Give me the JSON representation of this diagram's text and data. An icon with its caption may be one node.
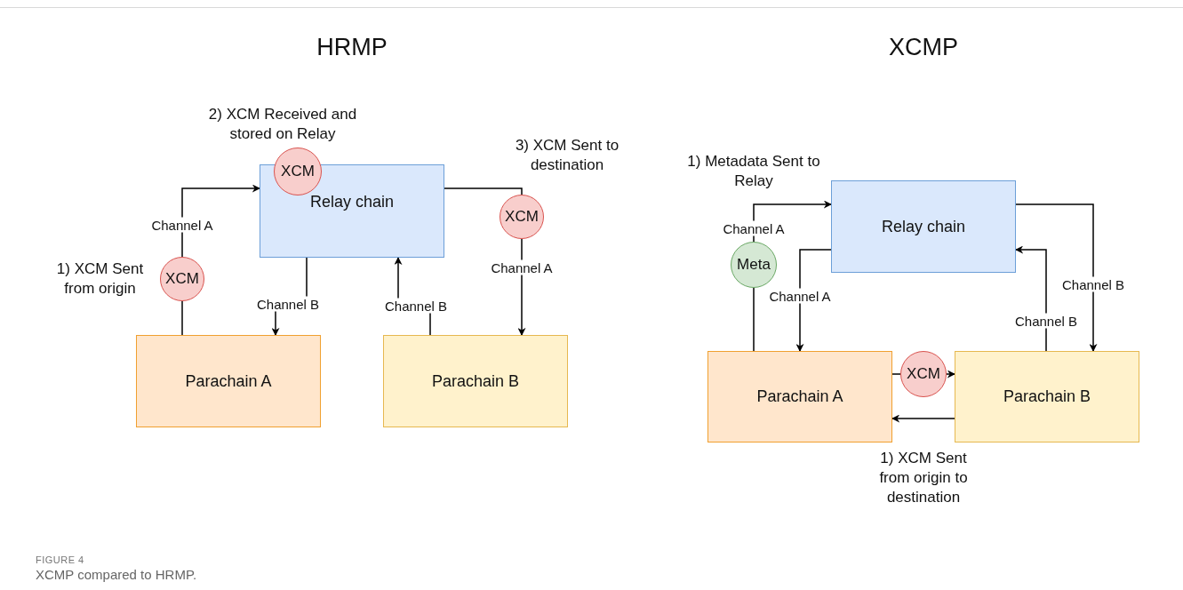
{
  "diagram": {
    "caption": "XCMP compared to HRMP.",
    "nodes": [
      {
        "text": [
          "Relay chain"
        ]
      },
      {
        "text": [
          "Parachain A"
        ]
      },
      {
        "text": [
          "Parachain B"
        ]
      },
      {
        "text": [
          "XCM"
        ],
        "beside": [
          "2) XCM Received and stored on Relay"
        ]
      },
      {
        "text": [
          "XCM"
        ],
        "beside": [
          "1) XCM Sent from origin"
        ]
      },
      {
        "text": [
          "XCM"
        ],
        "beside": [
          "3) XCM Sent to destination"
        ]
      },
      {
        "text": [
          "Relay chain"
        ]
      },
      {
        "text": [
          "Parachain A"
        ]
      },
      {
        "text": [
          "Parachain B"
        ]
      },
      {
        "text": [
          "Meta"
        ]
      },
      {
        "text": [
          "XCM"
        ]
      }
    ],
    "edges": [
      {
        "from": 1,
        "to": 4,
        "arrow": "none"
      },
      {
        "from": 4,
        "to": 0,
        "arrow": "to",
        "label": "Channel A"
      },
      {
        "from": 0,
        "to": 1,
        "arrow": "to",
        "label": "Channel B"
      },
      {
        "from": 2,
        "to": 0,
        "arrow": "to",
        "label": "Channel B"
      },
      {
        "from": 0,
        "to": 5,
        "arrow": "none"
      },
      {
        "from": 5,
        "to": 2,
        "arrow": "to",
        "label": "Channel A"
      },
      {
        "from": 7,
        "to": 9,
        "arrow": "none"
      },
      {
        "from": 9,
        "to": 6,
        "arrow": "to",
        "label": "Channel A"
      },
      {
        "from": 6,
        "to": 7,
        "arrow": "to",
        "label": "Channel A"
      },
      {
        "from": 6,
        "to": 8,
        "arrow": "to",
        "label": "Channel B"
      },
      {
        "from": 8,
        "to": 6,
        "arrow": "to",
        "label": "Channel B"
      },
      {
        "from": 7,
        "to": 10,
        "arrow": "none"
      },
      {
        "from": 10,
        "to": 8,
        "arrow": "to"
      },
      {
        "from": 8,
        "to": 7,
        "arrow": "to"
      }
    ],
    "labels": [
      "HRMP",
      "XCMP",
      "1) Metadata Sent to Relay",
      "1) XCM Sent from origin to destination",
      "FIGURE 4"
    ]
  }
}
